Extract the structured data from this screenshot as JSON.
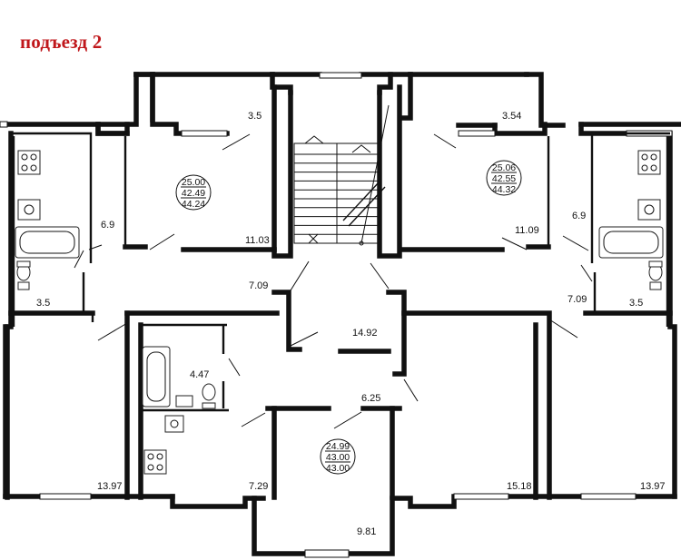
{
  "title": "подъезд 2",
  "rooms": [
    {
      "id": "l-upper-room",
      "area": "3.5"
    },
    {
      "id": "r-upper-room",
      "area": "3.54"
    },
    {
      "id": "l-kitchen-top",
      "area": "6.9"
    },
    {
      "id": "r-kitchen-top",
      "area": "6.9"
    },
    {
      "id": "l-bath-top",
      "area": "3.5"
    },
    {
      "id": "r-bath-top",
      "area": "3.5"
    },
    {
      "id": "l-main-room",
      "area": "11.03"
    },
    {
      "id": "r-main-room",
      "area": "11.09"
    },
    {
      "id": "l-hall",
      "area": "7.09"
    },
    {
      "id": "r-hall",
      "area": "7.09"
    },
    {
      "id": "landing",
      "area": "14.92"
    },
    {
      "id": "bath-center",
      "area": "4.47"
    },
    {
      "id": "hall-center",
      "area": "6.25"
    },
    {
      "id": "l-bottom-room",
      "area": "13.97"
    },
    {
      "id": "kitchen-center",
      "area": "7.29"
    },
    {
      "id": "bottom-room-center",
      "area": "9.81"
    },
    {
      "id": "r-bottom-room",
      "area": "15.18"
    },
    {
      "id": "r-edge-room",
      "area": "13.97"
    }
  ],
  "apartments": [
    {
      "id": "apt-left",
      "living": "25.00",
      "total": "42.49",
      "full": "44.24"
    },
    {
      "id": "apt-right",
      "living": "25.06",
      "total": "42.55",
      "full": "44.32"
    },
    {
      "id": "apt-center",
      "living": "24.99",
      "total": "43.00",
      "full": "43.00"
    }
  ]
}
